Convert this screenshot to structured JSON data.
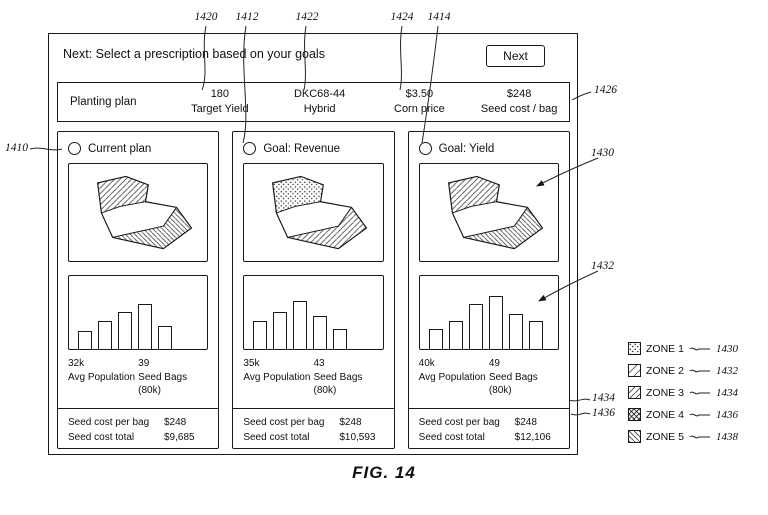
{
  "figure": {
    "caption": "FIG.  14"
  },
  "window": {
    "title": "Next: Select a prescription based on your goals",
    "next_button_label": "Next"
  },
  "summary_bar": {
    "plan_label": "Planting plan",
    "fields": [
      {
        "value": "180",
        "label": "Target Yield"
      },
      {
        "value": "DKC68-44",
        "label": "Hybrid"
      },
      {
        "value": "$3.50",
        "label": "Corn price"
      },
      {
        "value": "$248",
        "label": "Seed cost / bag"
      }
    ]
  },
  "panels": [
    {
      "title": "Current plan",
      "stat1_value": "32k",
      "stat1_label": "Avg Population",
      "stat2_value": "39",
      "stat2_label": "Seed Bags (80k)",
      "cost1_label": "Seed cost per bag",
      "cost1_value": "$248",
      "cost2_label": "Seed cost total",
      "cost2_value": "$9,685",
      "bars": [
        30,
        46,
        62,
        75,
        38
      ]
    },
    {
      "title": "Goal: Revenue",
      "stat1_value": "35k",
      "stat1_label": "Avg Population",
      "stat2_value": "43",
      "stat2_label": "Seed Bags (80k)",
      "cost1_label": "Seed cost per bag",
      "cost1_value": "$248",
      "cost2_label": "Seed cost total",
      "cost2_value": "$10,593",
      "bars": [
        46,
        62,
        80,
        55,
        33
      ]
    },
    {
      "title": "Goal: Yield",
      "stat1_value": "40k",
      "stat1_label": "Avg Population",
      "stat2_value": "49",
      "stat2_label": "Seed Bags (80k)",
      "cost1_label": "Seed cost per bag",
      "cost1_value": "$248",
      "cost2_label": "Seed cost total",
      "cost2_value": "$12,106",
      "bars": [
        33,
        47,
        75,
        88,
        58,
        47
      ]
    }
  ],
  "refs": {
    "r1420": "1420",
    "r1412": "1412",
    "r1422": "1422",
    "r1424": "1424",
    "r1414": "1414",
    "r1426": "1426",
    "r1410": "1410",
    "r1430": "1430",
    "r1432": "1432",
    "r1434": "1434",
    "r1436": "1436"
  },
  "legend": {
    "items": [
      {
        "label": "ZONE 1",
        "ref": "1430"
      },
      {
        "label": "ZONE 2",
        "ref": "1432"
      },
      {
        "label": "ZONE 3",
        "ref": "1434"
      },
      {
        "label": "ZONE 4",
        "ref": "1436"
      },
      {
        "label": "ZONE 5",
        "ref": "1438"
      }
    ]
  }
}
